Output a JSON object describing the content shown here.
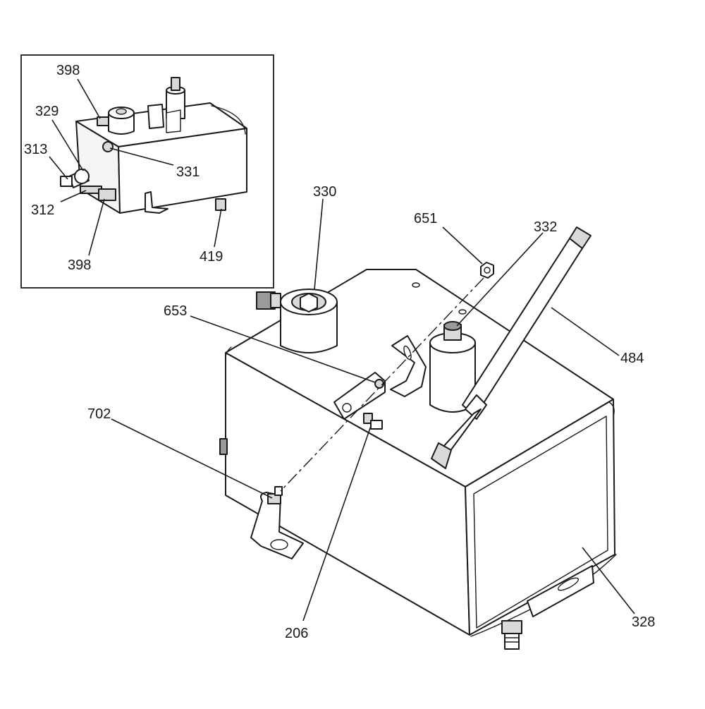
{
  "diagram": {
    "inset_callouts": {
      "c398_top": "398",
      "c329": "329",
      "c313": "313",
      "c331": "331",
      "c312": "312",
      "c398_bottom": "398",
      "c419": "419"
    },
    "main_callouts": {
      "c330": "330",
      "c651": "651",
      "c332": "332",
      "c653": "653",
      "c484": "484",
      "c702": "702",
      "c206": "206",
      "c328": "328"
    }
  }
}
